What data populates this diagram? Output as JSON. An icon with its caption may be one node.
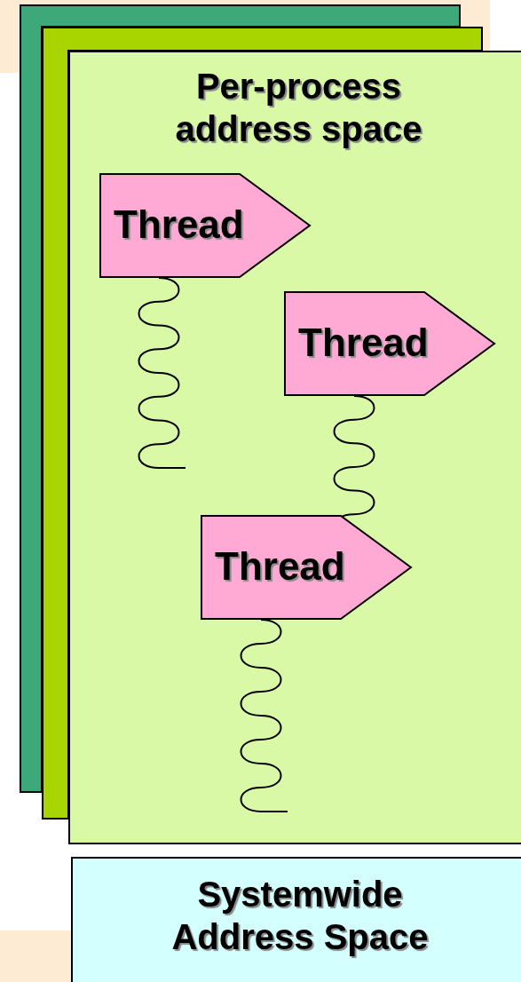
{
  "diagram": {
    "nodes": [
      {
        "text": [],
        "shape": "box"
      },
      {
        "text": [],
        "shape": "box"
      },
      {
        "text": [
          "Per-process address space"
        ]
      },
      {
        "text": [
          "Thread"
        ],
        "in": 2
      },
      {
        "text": [
          "Thread"
        ],
        "in": 2
      },
      {
        "text": [
          "Thread"
        ],
        "in": 2
      },
      {
        "text": [
          "Systemwide Address Space"
        ]
      }
    ],
    "edges": []
  }
}
